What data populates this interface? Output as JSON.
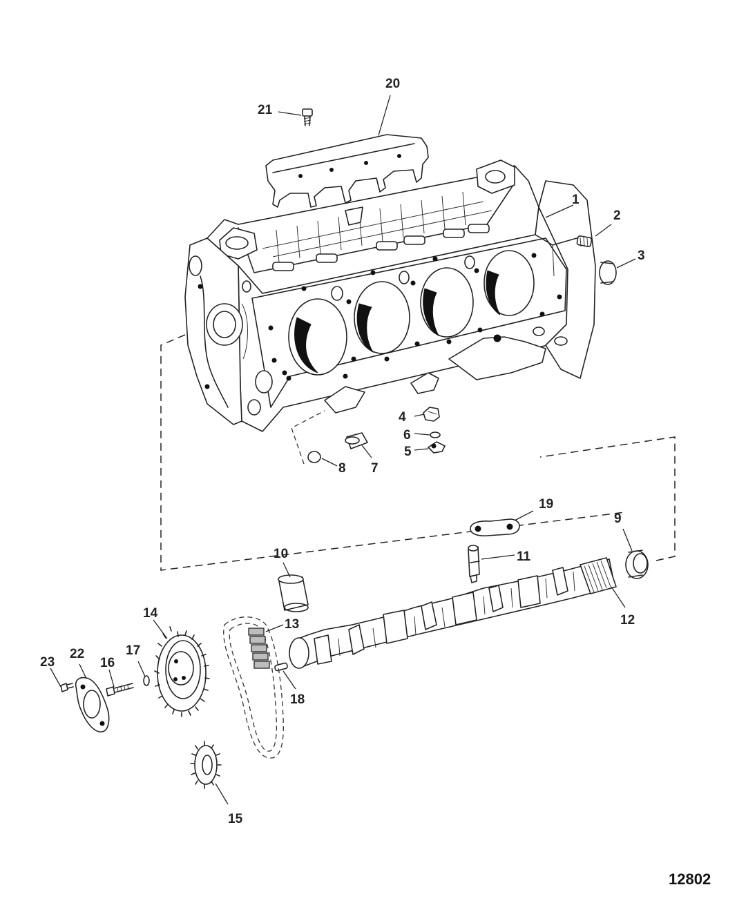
{
  "figure_number": "12802",
  "callouts": [
    {
      "id": "c1",
      "label": "1"
    },
    {
      "id": "c2",
      "label": "2"
    },
    {
      "id": "c3",
      "label": "3"
    },
    {
      "id": "c4",
      "label": "4"
    },
    {
      "id": "c5",
      "label": "5"
    },
    {
      "id": "c6",
      "label": "6"
    },
    {
      "id": "c7",
      "label": "7"
    },
    {
      "id": "c8",
      "label": "8"
    },
    {
      "id": "c9",
      "label": "9"
    },
    {
      "id": "c10",
      "label": "10"
    },
    {
      "id": "c11",
      "label": "11"
    },
    {
      "id": "c12",
      "label": "12"
    },
    {
      "id": "c13",
      "label": "13"
    },
    {
      "id": "c14",
      "label": "14"
    },
    {
      "id": "c15",
      "label": "15"
    },
    {
      "id": "c16",
      "label": "16"
    },
    {
      "id": "c17",
      "label": "17"
    },
    {
      "id": "c18",
      "label": "18"
    },
    {
      "id": "c19",
      "label": "19"
    },
    {
      "id": "c20",
      "label": "20"
    },
    {
      "id": "c21",
      "label": "21"
    },
    {
      "id": "c22",
      "label": "22"
    },
    {
      "id": "c23",
      "label": "23"
    }
  ]
}
